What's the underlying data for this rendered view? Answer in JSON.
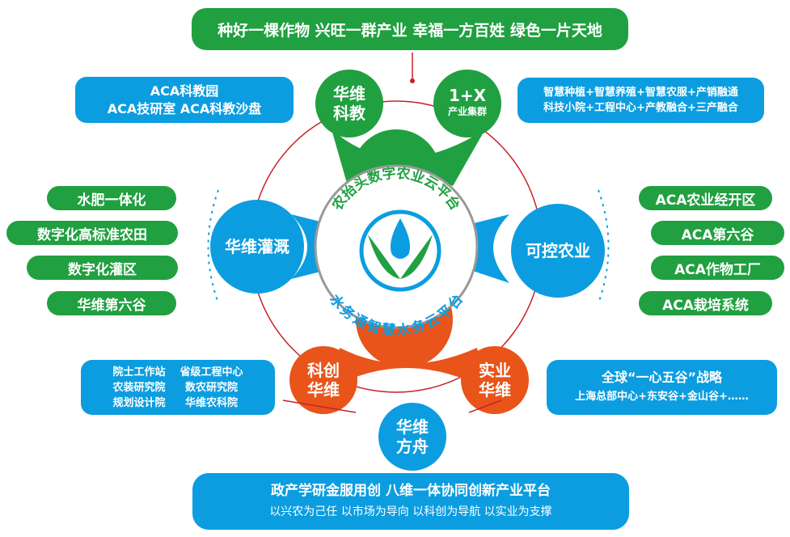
{
  "top_banner": "种好一棵作物  兴旺一群产业  幸福一方百姓  绿色一片天地",
  "top_left_box": {
    "line1": "ACA科教园",
    "line2": "ACA技研室   ACA科教沙盘"
  },
  "top_right_box": {
    "line1": "智慧种植+智慧养殖+智慧农服+产销融通",
    "line2": "科技小院+工程中心+产教融合+三产融合"
  },
  "nodes": {
    "kejiao": "华维\n科教",
    "chanye": "1+X",
    "chanye_sub": "产业集群",
    "guangai": "华维灌溉",
    "kekong": "可控农业",
    "kechuang": "科创\n华维",
    "shiye": "实业\n华维",
    "fangzhou": "华维\n方舟"
  },
  "center": {
    "top_arc": "农抬头数字农业云平台",
    "bottom_arc": "水务通智慧水务云平台"
  },
  "left_items": [
    "水肥一体化",
    "数字化高标准农田",
    "数字化灌区",
    "华维第六谷"
  ],
  "right_items": [
    "ACA农业经开区",
    "ACA第六谷",
    "ACA作物工厂",
    "ACA栽培系统"
  ],
  "bottom_left_box": [
    [
      "院士工作站",
      "省级工程中心"
    ],
    [
      "农装研究院",
      "数农研究院"
    ],
    [
      "规划设计院",
      "华维农科院"
    ]
  ],
  "bottom_right_box": {
    "line1": "全球“一心五谷”战略",
    "line2": "上海总部中心+东安谷+金山谷+……"
  },
  "bottom_banner": {
    "line1": "政产学研金服用创  八维一体协同创新产业平台",
    "line2": "以兴农为己任  以市场为导向  以科创为导航  以实业为支撑"
  },
  "colors": {
    "green": "#20a040",
    "blue": "#0b9de0",
    "orange": "#e8541a",
    "red": "#c8202a"
  }
}
